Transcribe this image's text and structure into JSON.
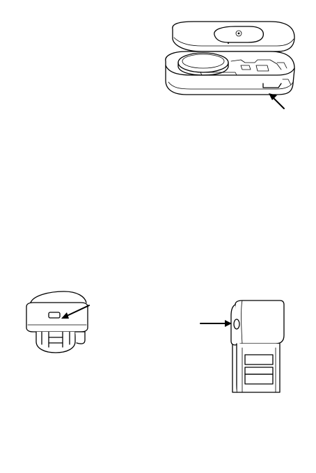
{
  "figures": [
    {
      "id": "remote-opened",
      "icon": "remote-housing-opened-icon"
    },
    {
      "id": "usb-charging-port",
      "icon": "usb-port-side-view-icon"
    },
    {
      "id": "clip-button",
      "icon": "clip-side-button-icon"
    }
  ],
  "arrows": [
    {
      "points_to": "battery-cover-notch"
    },
    {
      "points_to": "usb-port"
    },
    {
      "points_to": "side-button"
    }
  ]
}
